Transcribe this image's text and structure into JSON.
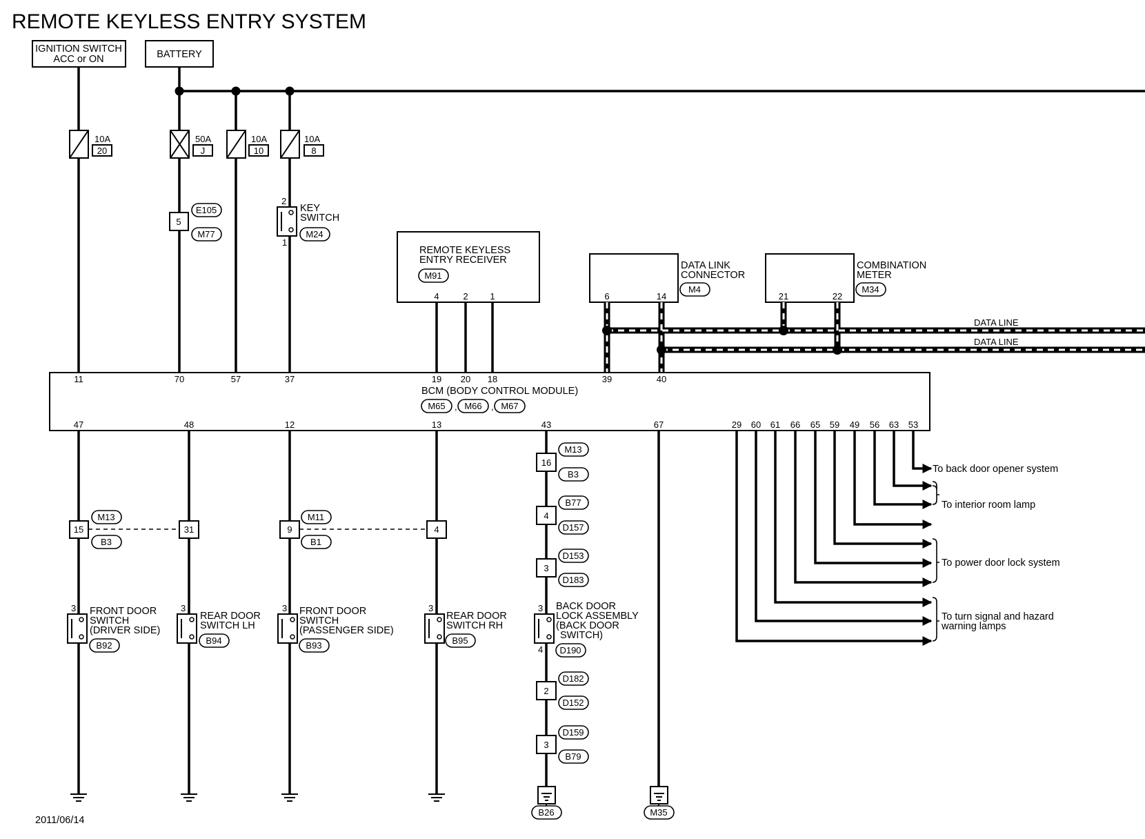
{
  "title": "REMOTE KEYLESS ENTRY SYSTEM",
  "date": "2011/06/14",
  "sources": {
    "ignition_l1": "IGNITION SWITCH",
    "ignition_l2": "ACC or ON",
    "battery": "BATTERY"
  },
  "fuses": [
    {
      "amp": "10A",
      "num": "20"
    },
    {
      "amp": "50A",
      "num": "J"
    },
    {
      "amp": "10A",
      "num": "10"
    },
    {
      "amp": "10A",
      "num": "8"
    }
  ],
  "e105": "E105",
  "m77": "M77",
  "pin5": "5",
  "key_switch": {
    "l1": "KEY",
    "l2": "SWITCH",
    "conn": "M24",
    "pin_top": "2",
    "pin_bottom": "1"
  },
  "receiver": {
    "l1": "REMOTE KEYLESS",
    "l2": "ENTRY RECEIVER",
    "conn": "M91",
    "pins": [
      "4",
      "2",
      "1"
    ]
  },
  "dlc": {
    "l1": "DATA LINK",
    "l2": "CONNECTOR",
    "conn": "M4",
    "pins": [
      "6",
      "14"
    ]
  },
  "meter": {
    "l1": "COMBINATION",
    "l2": "METER",
    "conn": "M34",
    "pins": [
      "21",
      "22"
    ]
  },
  "data_line": "DATA LINE",
  "bcm": {
    "name": "BCM (BODY CONTROL MODULE)",
    "conns": [
      "M65",
      "M66",
      "M67"
    ],
    "sep": ",",
    "top_pins": [
      "11",
      "70",
      "57",
      "37",
      "19",
      "20",
      "18",
      "39",
      "40"
    ],
    "bottom_pins": [
      "47",
      "48",
      "12",
      "13",
      "43",
      "67",
      "29",
      "60",
      "61",
      "66",
      "65",
      "59",
      "49",
      "56",
      "63",
      "53"
    ]
  },
  "joints": [
    {
      "pin": "15",
      "top": "M13",
      "bottom": "B3"
    },
    {
      "pin": "31"
    },
    {
      "pin": "9",
      "top": "M11",
      "bottom": "B1"
    },
    {
      "pin": "4"
    }
  ],
  "door_switches": [
    {
      "l1": "FRONT DOOR",
      "l2": "SWITCH",
      "l3": "(DRIVER SIDE)",
      "conn": "B92",
      "pin": "3"
    },
    {
      "l1": "REAR DOOR",
      "l2": "SWITCH LH",
      "conn": "B94",
      "pin": "3"
    },
    {
      "l1": "FRONT DOOR",
      "l2": "SWITCH",
      "l3": "(PASSENGER SIDE)",
      "conn": "B93",
      "pin": "3"
    },
    {
      "l1": "REAR DOOR",
      "l2": "SWITCH RH",
      "conn": "B95",
      "pin": "3"
    }
  ],
  "back_door": {
    "l1": "BACK DOOR",
    "l2": "LOCK ASSEMBLY",
    "l3": "(BACK DOOR",
    "l4": "SWITCH)",
    "conn": "D190",
    "pin_top": "3",
    "pin_bottom": "4",
    "chain": [
      {
        "pin": "16",
        "top": "M13",
        "bottom": "B3"
      },
      {
        "pin": "4",
        "top": "B77",
        "bottom": "D157"
      },
      {
        "pin": "3",
        "top": "D153",
        "bottom": "D183"
      },
      {
        "pin": "2",
        "top": "D182",
        "bottom": "D152"
      },
      {
        "pin": "3",
        "top": "D159",
        "bottom": "B79"
      }
    ],
    "ground": "B26"
  },
  "ground_m35": "M35",
  "outputs": {
    "back_door_opener": "To back door opener system",
    "interior_lamp": "To interior room lamp",
    "power_door_lock": "To power door lock system",
    "turn_signal_l1": "To turn signal and hazard",
    "turn_signal_l2": "warning lamps"
  }
}
